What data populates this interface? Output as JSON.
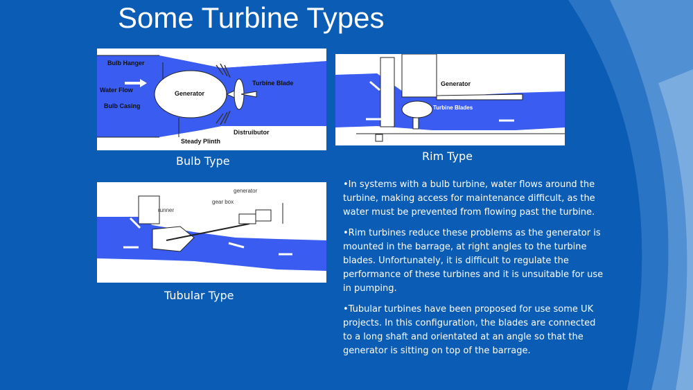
{
  "slide": {
    "title": "Some Turbine Types"
  },
  "colors": {
    "background": "#0a5cb4",
    "water": "#3a5cf0",
    "panel": "#ffffff",
    "text": "#ffffff"
  },
  "bulb": {
    "caption": "Bulb Type",
    "labels": {
      "bulb_hanger": "Bulb Hanger",
      "water_flow": "Water Flow",
      "bulb_casing": "Bulb Casing",
      "generator": "Generator",
      "turbine_blade": "Turbine Blade",
      "distributor": "Distruibutor",
      "steady_plinth": "Steady Plinth"
    }
  },
  "rim": {
    "caption": "Rim Type",
    "labels": {
      "generator": "Generator",
      "turbine_blades": "Turbine Blades"
    }
  },
  "tubular": {
    "caption": "Tubular Type",
    "labels": {
      "generator": "generator",
      "gear_box": "gear box",
      "runner": "runner"
    }
  },
  "bullets": [
    "•In systems with a bulb turbine, water flows around the turbine, making access for maintenance difficult, as the water must be prevented from flowing past the turbine.",
    "•Rim turbines reduce these problems as the generator is mounted in the barrage, at right angles to the turbine blades. Unfortunately, it is difficult to regulate the performance of these turbines and it is unsuitable for use in pumping.",
    "•Tubular turbines have been proposed for use some UK projects. In this configuration, the blades are connected to a long shaft and orientated at an angle so that the generator is sitting on top of the barrage."
  ]
}
